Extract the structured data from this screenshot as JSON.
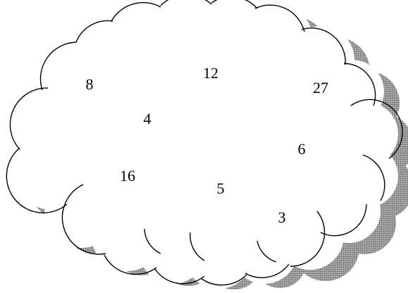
{
  "cloud": {
    "fill_color": "#ffffff",
    "outline_color": "#000000",
    "shadow_color": "#8c8c8c",
    "numbers": [
      "8",
      "12",
      "27",
      "4",
      "6",
      "16",
      "5",
      "3"
    ]
  }
}
